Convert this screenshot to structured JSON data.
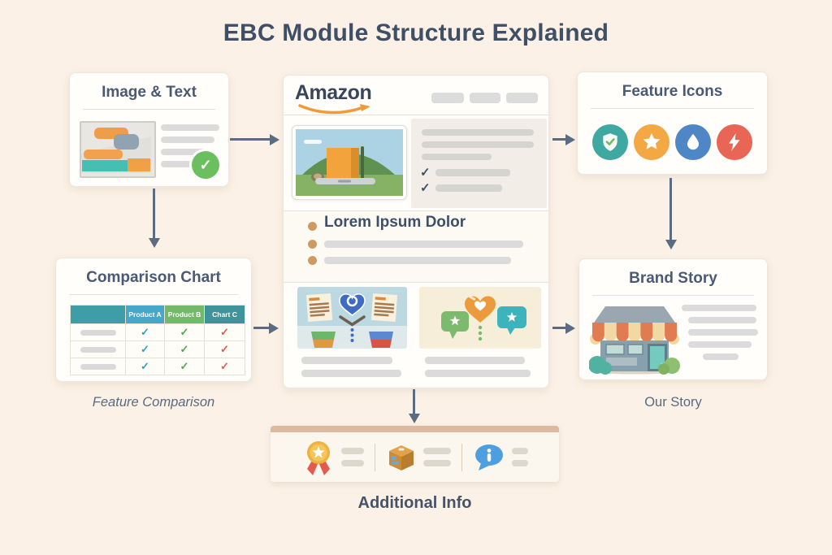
{
  "title": "EBC Module Structure Explained",
  "colors": {
    "background": "#fbf1e6",
    "heading": "#4a5a74",
    "arrow": "#5a6c82",
    "amazon_smile": "#f29a38",
    "check_badge_green": "#6cbf5f",
    "bullet_tan": "#cf9a62",
    "icon_teal": "#3fa8a0",
    "icon_orange": "#f3a844",
    "icon_blue": "#4f86c6",
    "icon_red": "#e96555",
    "table_header_blank": "#3d9ea6",
    "table_header_a": "#47a7c8",
    "table_header_b": "#74b96a",
    "table_header_c": "#3f949c",
    "mark_a": "#2aa4c0",
    "mark_b": "#51a84e",
    "mark_c": "#e05a4e",
    "strip_top_border": "#dcb9a1"
  },
  "image_text_box": {
    "title": "Image & Text",
    "check_mark": "✓"
  },
  "center_page": {
    "brand": "Amazon",
    "list_heading": "Lorem Ipsum Dolor",
    "check_mark": "✓"
  },
  "feature_icons_box": {
    "title": "Feature Icons",
    "icons": [
      "shield-check-icon",
      "star-icon",
      "water-drop-icon",
      "lightning-icon"
    ]
  },
  "comparison_box": {
    "title": "Comparison Chart",
    "caption": "Feature Comparison",
    "table": {
      "columns": [
        "Product A",
        "Product B",
        "Chart C"
      ],
      "rows": [
        [
          "✓",
          "✓",
          "✓"
        ],
        [
          "✓",
          "✓",
          "✓"
        ],
        [
          "✓",
          "✓",
          "✓"
        ]
      ]
    }
  },
  "brand_story_box": {
    "title": "Brand Story",
    "caption": "Our Story"
  },
  "additional_info_box": {
    "caption": "Additional Info",
    "icons": [
      "award-medal-icon",
      "package-box-icon",
      "info-bubble-icon"
    ]
  }
}
